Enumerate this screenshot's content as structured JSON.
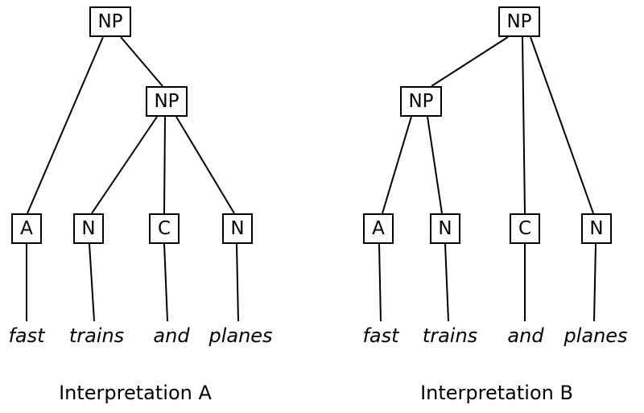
{
  "diagram": {
    "description_colors": {
      "line": "#000000",
      "background": "#ffffff"
    },
    "trees": [
      {
        "caption": "Interpretation A",
        "nodes": {
          "root": "NP",
          "inner": "NP",
          "leaf1": "A",
          "leaf2": "N",
          "leaf3": "C",
          "leaf4": "N"
        },
        "words": [
          "fast",
          "trains",
          "and",
          "planes"
        ],
        "edges": [
          [
            "NP-root",
            "A"
          ],
          [
            "NP-root",
            "NP-inner"
          ],
          [
            "NP-inner",
            "N-trains"
          ],
          [
            "NP-inner",
            "C-and"
          ],
          [
            "NP-inner",
            "N-planes"
          ],
          [
            "A",
            "fast"
          ],
          [
            "N",
            "trains"
          ],
          [
            "C",
            "and"
          ],
          [
            "N",
            "planes"
          ]
        ]
      },
      {
        "caption": "Interpretation B",
        "nodes": {
          "root": "NP",
          "inner": "NP",
          "leaf1": "A",
          "leaf2": "N",
          "leaf3": "C",
          "leaf4": "N"
        },
        "words": [
          "fast",
          "trains",
          "and",
          "planes"
        ],
        "edges": [
          [
            "NP-root",
            "NP-inner"
          ],
          [
            "NP-root",
            "C-and"
          ],
          [
            "NP-root",
            "N-planes"
          ],
          [
            "NP-inner",
            "A-fast"
          ],
          [
            "NP-inner",
            "N-trains"
          ],
          [
            "A",
            "fast"
          ],
          [
            "N",
            "trains"
          ],
          [
            "C",
            "and"
          ],
          [
            "N",
            "planes"
          ]
        ]
      }
    ]
  }
}
